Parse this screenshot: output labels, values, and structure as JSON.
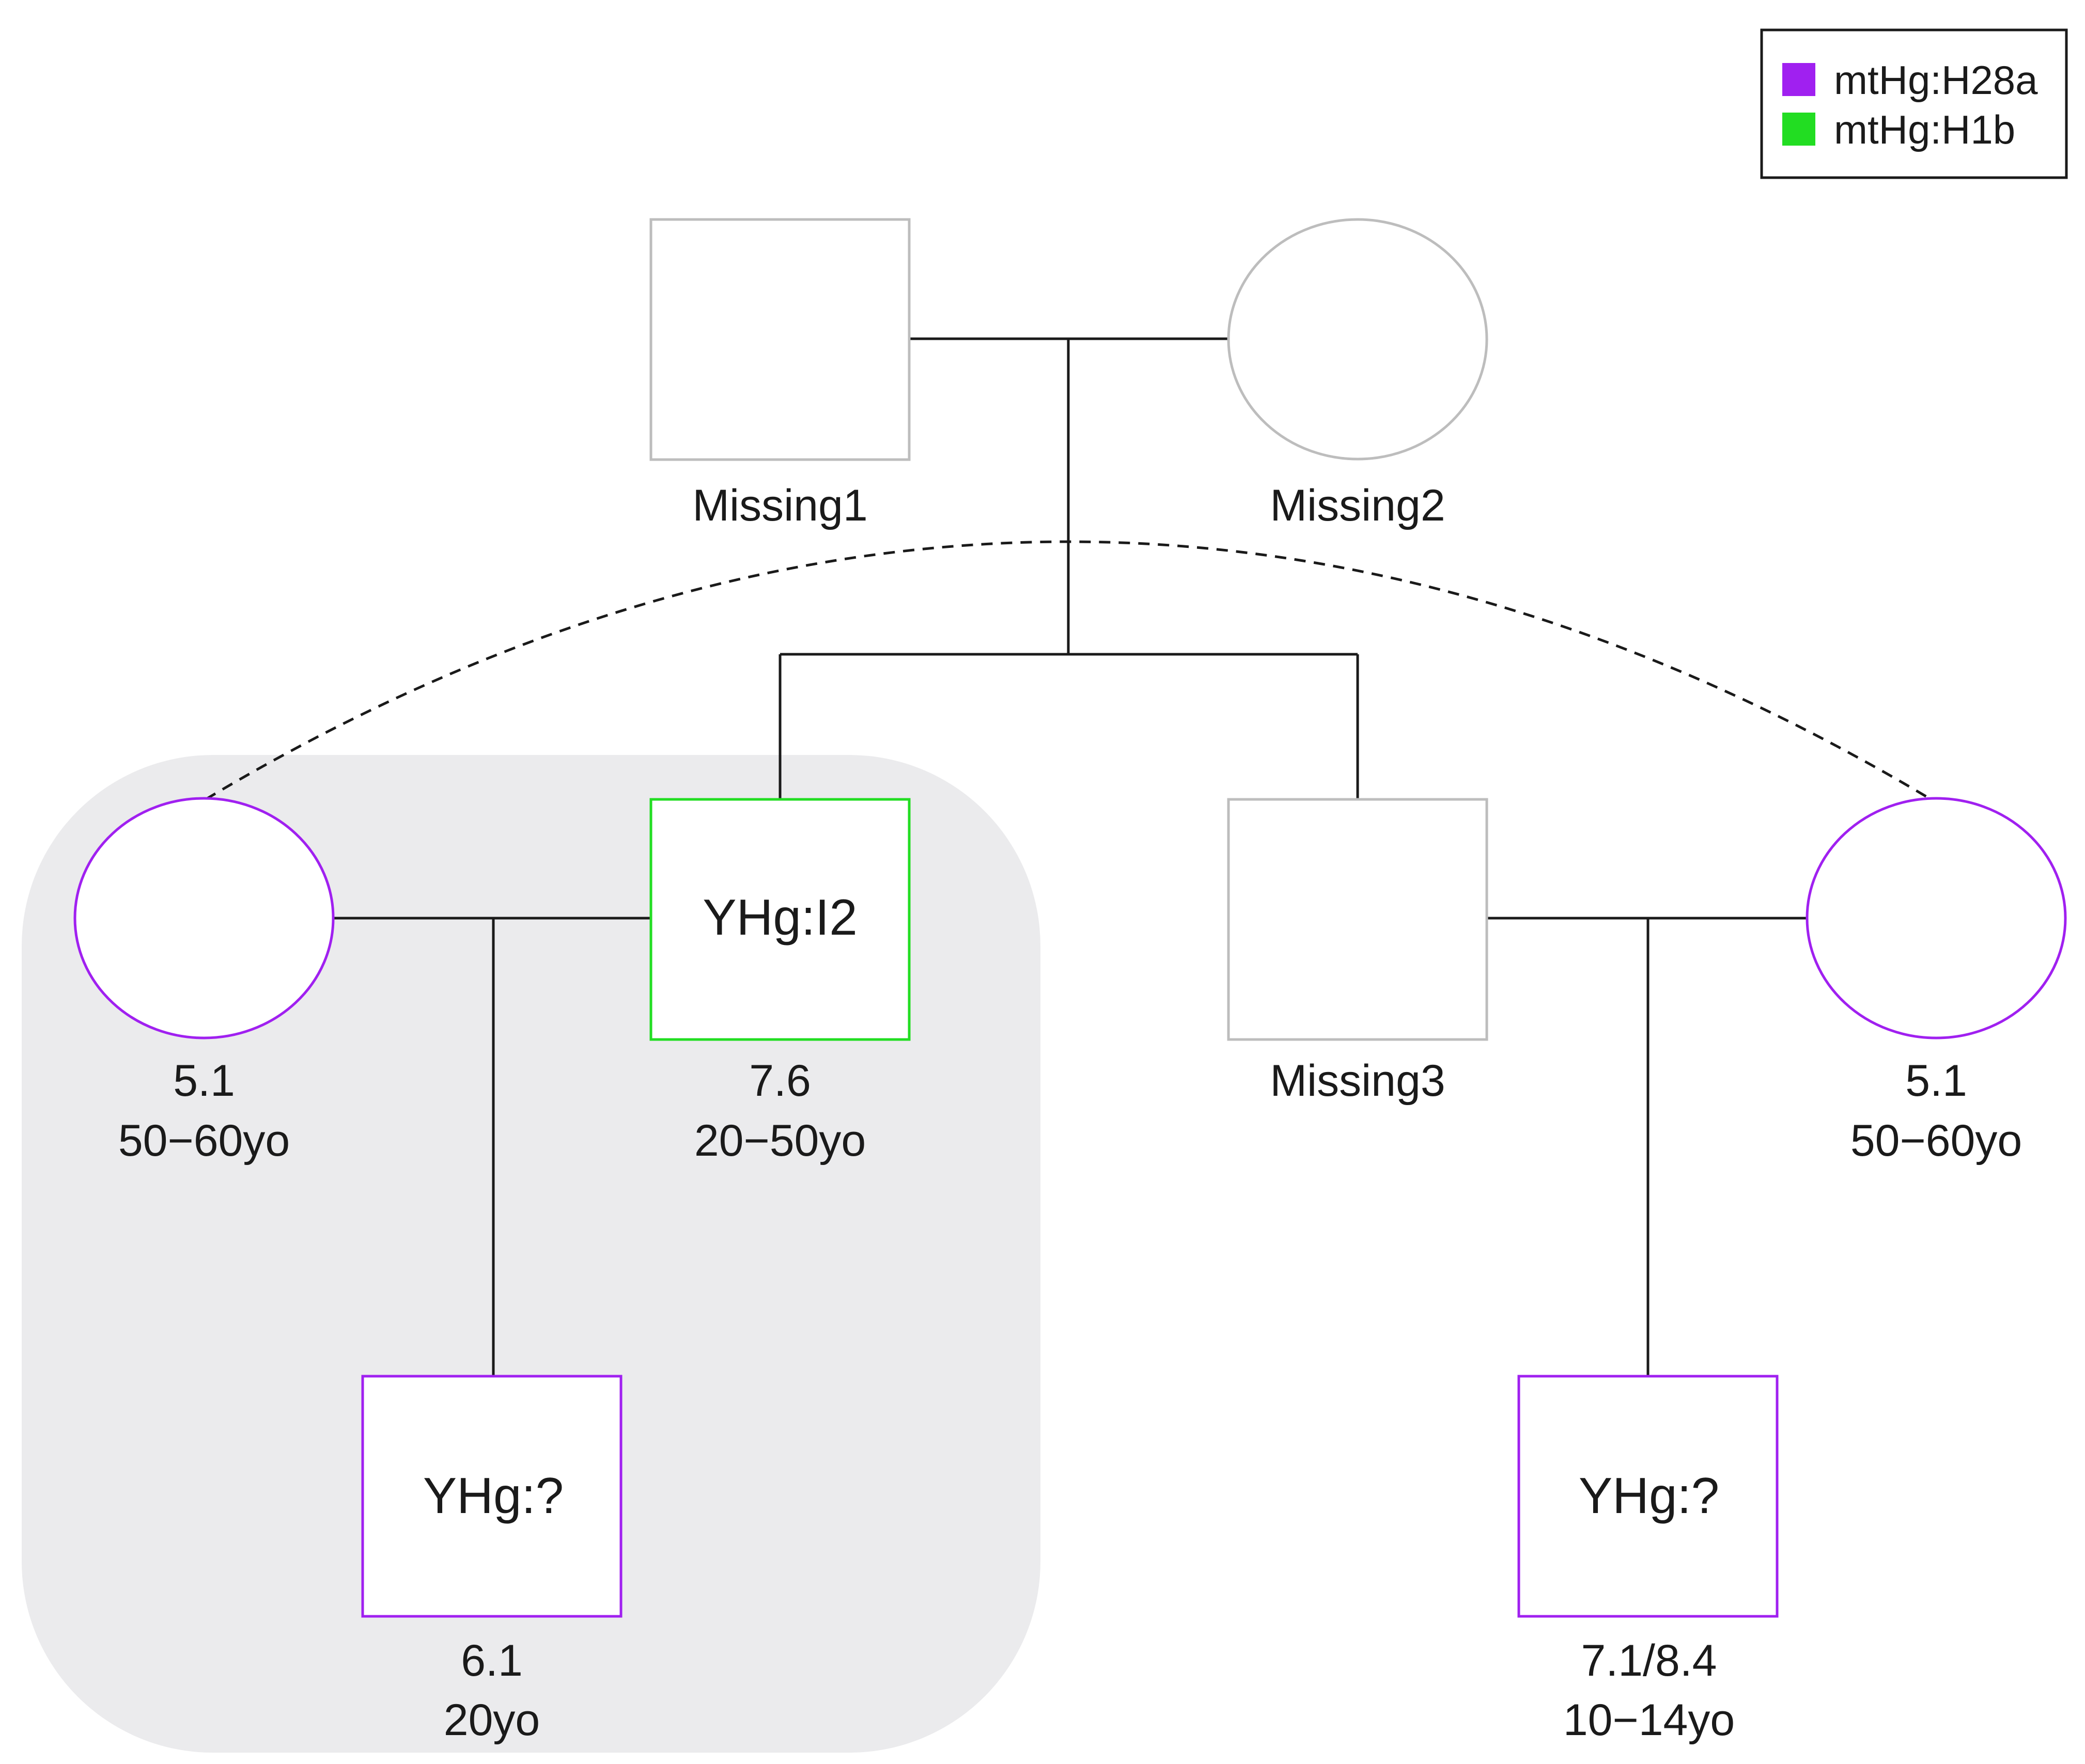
{
  "colors": {
    "unknown": "#bdbdbd",
    "mtHg_H28a": "#a020f0",
    "mtHg_H1b": "#22dd22",
    "group_background": "#ebebed"
  },
  "legend": {
    "items": [
      {
        "label": "mtHg:H28a",
        "color": "#a020f0"
      },
      {
        "label": "mtHg:H1b",
        "color": "#22dd22"
      }
    ]
  },
  "individuals": {
    "missing1": {
      "sex": "male",
      "haplogroup": "none",
      "name": "Missing1"
    },
    "missing2": {
      "sex": "female",
      "haplogroup": "none",
      "name": "Missing2"
    },
    "missing3": {
      "sex": "male",
      "haplogroup": "none",
      "name": "Missing3"
    },
    "female_left": {
      "sex": "female",
      "haplogroup": "mtHg:H28a",
      "id": "5.1",
      "age": "50−60yo"
    },
    "male_7_6": {
      "sex": "male",
      "haplogroup": "mtHg:H1b",
      "inner": "YHg:I2",
      "id": "7.6",
      "age": "20−50yo"
    },
    "female_right": {
      "sex": "female",
      "haplogroup": "mtHg:H28a",
      "id": "5.1",
      "age": "50−60yo"
    },
    "son_6_1": {
      "sex": "male",
      "haplogroup": "mtHg:H28a",
      "inner": "YHg:?",
      "id": "6.1",
      "age": "20yo"
    },
    "son_7_1": {
      "sex": "male",
      "haplogroup": "mtHg:H28a",
      "inner": "YHg:?",
      "id": "7.1/8.4",
      "age": "10−14yo"
    }
  },
  "relations": {
    "same_individual_link": {
      "from": "female_left",
      "to": "female_right",
      "style": "dashed"
    }
  }
}
